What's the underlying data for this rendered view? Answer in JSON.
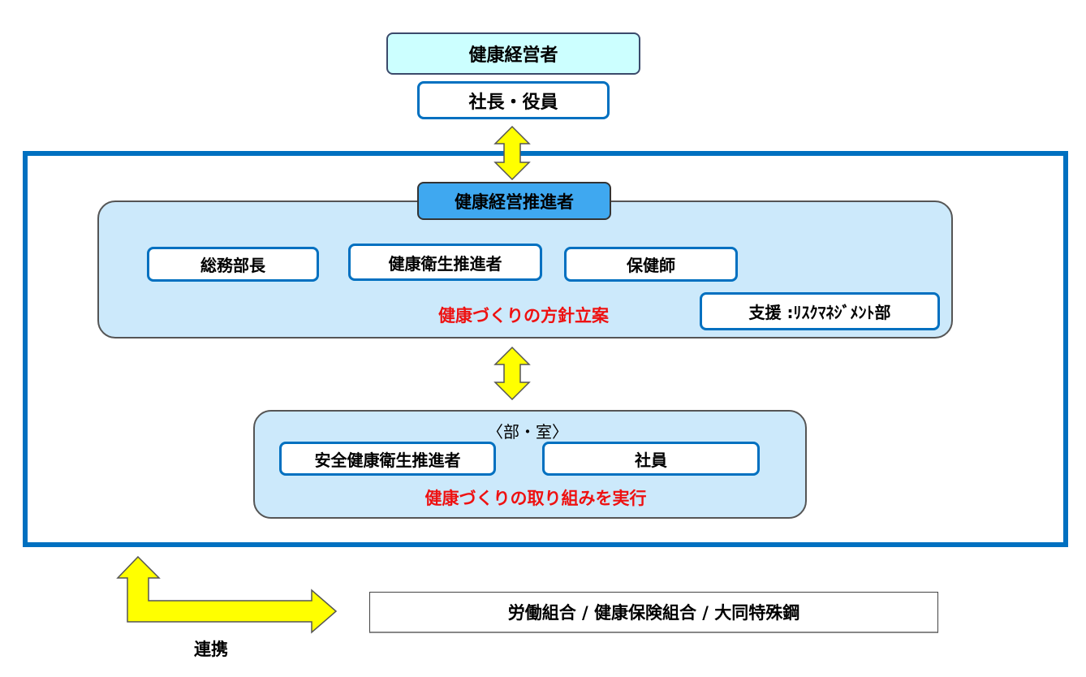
{
  "diagram": {
    "top": {
      "title": "健康経営者",
      "role": "社長・役員"
    },
    "upper_panel": {
      "badge": "健康経営推進者",
      "members": [
        "総務部長",
        "健康衛生推進者",
        "保健師"
      ],
      "support": "支援 :ﾘｽｸﾏﾈｼﾞﾒﾝﾄ部",
      "caption": "健康づくりの方針立案"
    },
    "lower_panel": {
      "heading": "〈部・室〉",
      "members": [
        "安全健康衛生推進者",
        "社員"
      ],
      "caption": "健康づくりの取り組みを実行"
    },
    "collaboration": {
      "label": "連携",
      "partners": "労働組合 / 健康保険組合 / 大同特殊鋼"
    },
    "colors": {
      "frame_blue": "#0070c0",
      "panel_fill": "#cce9fb",
      "badge_fill": "#3fa8f0",
      "title_fill": "#ccffff",
      "arrow_yellow": "#ffff00",
      "caption_red": "#ee1111"
    },
    "icons": [
      "double-arrow-icon",
      "double-arrow-icon",
      "bent-arrow-icon"
    ]
  }
}
